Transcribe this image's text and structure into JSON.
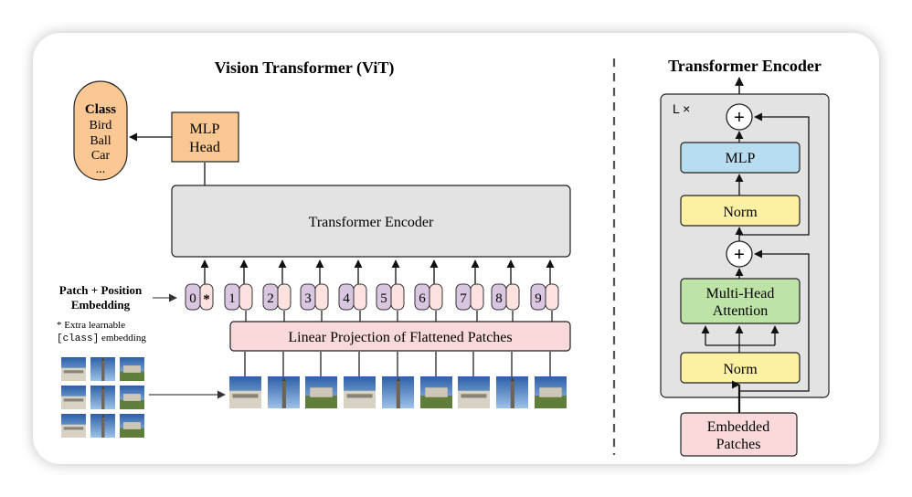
{
  "vit": {
    "title": "Vision Transformer (ViT)",
    "class_box": {
      "heading": "Class",
      "items": [
        "Bird",
        "Ball",
        "Car",
        "..."
      ]
    },
    "mlp_head": [
      "MLP",
      "Head"
    ],
    "encoder_label": "Transformer Encoder",
    "linear_projection": "Linear Projection of Flattened Patches",
    "embedding_label": [
      "Patch + Position",
      "Embedding"
    ],
    "extra_note": {
      "line1": "* Extra learnable",
      "code": "[class]",
      "rest": " embedding"
    },
    "tokens": [
      "0",
      "1",
      "2",
      "3",
      "4",
      "5",
      "6",
      "7",
      "8",
      "9"
    ],
    "class_token_marker": "*"
  },
  "encoder": {
    "title": "Transformer Encoder",
    "repeat_label": "L ×",
    "mlp_label": "MLP",
    "norm_top": "Norm",
    "norm_bottom": "Norm",
    "attention": [
      "Multi-Head",
      "Attention"
    ],
    "plus_symbol": "+",
    "input": [
      "Embedded",
      "Patches"
    ]
  },
  "colors": {
    "class_fill": "#fbc894",
    "mlp_head_fill": "#fbc894",
    "encoder_fill": "#e3e3e3",
    "projection_fill": "#f9d9d9",
    "position_fill": "#d9c6e0",
    "patch_fill": "#fde2e0",
    "mlp_fill": "#b8ddf1",
    "norm_fill": "#fff1a3",
    "attention_fill": "#bee3a6",
    "embedded_fill": "#f9d9d9"
  }
}
